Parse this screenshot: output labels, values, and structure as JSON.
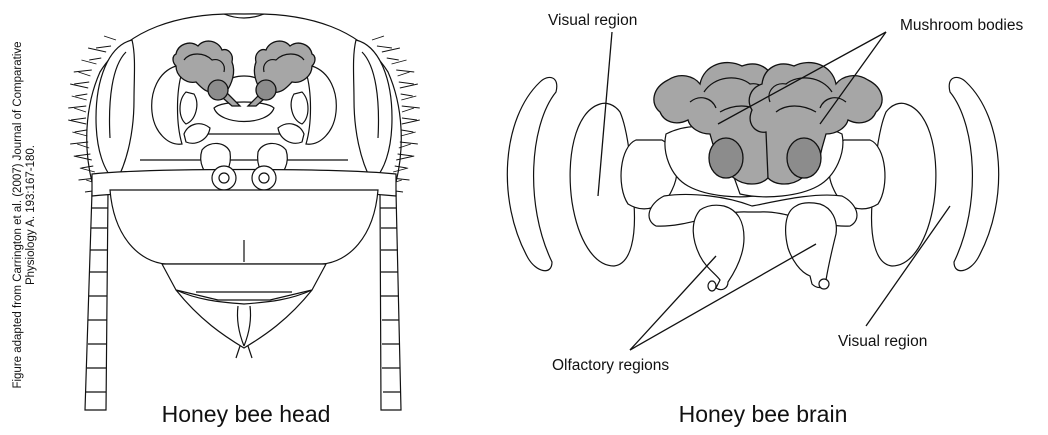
{
  "credit": {
    "line1": "Figure adapted from Carrington et al. (2007) Journal of Comparative",
    "line2": "Physiology A. 193:167-180."
  },
  "head": {
    "caption": "Honey bee head"
  },
  "brain": {
    "caption": "Honey bee brain",
    "labels": {
      "visual_top": "Visual region",
      "mushroom": "Mushroom bodies",
      "visual_bottom": "Visual region",
      "olfactory": "Olfactory regions"
    }
  },
  "colors": {
    "line": "#111111",
    "mushroom_fill": "#a6a6a6",
    "calyx_fill": "#8c8c8c",
    "background": "#ffffff"
  }
}
